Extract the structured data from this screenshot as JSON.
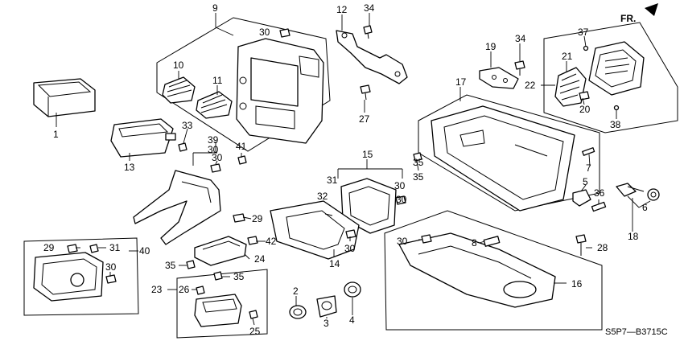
{
  "diagram": {
    "callouts": [
      "1",
      "2",
      "3",
      "4",
      "5",
      "6",
      "7",
      "8",
      "9",
      "10",
      "11",
      "12",
      "13",
      "14",
      "15",
      "16",
      "17",
      "18",
      "19",
      "20",
      "21",
      "22",
      "23",
      "24",
      "25",
      "26",
      "27",
      "28",
      "29",
      "30",
      "31",
      "32",
      "33",
      "34",
      "35",
      "36",
      "37",
      "38",
      "39",
      "40",
      "41",
      "42"
    ],
    "extra_callouts": [
      "30",
      "30",
      "30",
      "30",
      "30",
      "30",
      "30",
      "29",
      "31",
      "35",
      "35",
      "35",
      "34"
    ],
    "direction_label": "FR.",
    "code": "S5P7—B3715C"
  }
}
